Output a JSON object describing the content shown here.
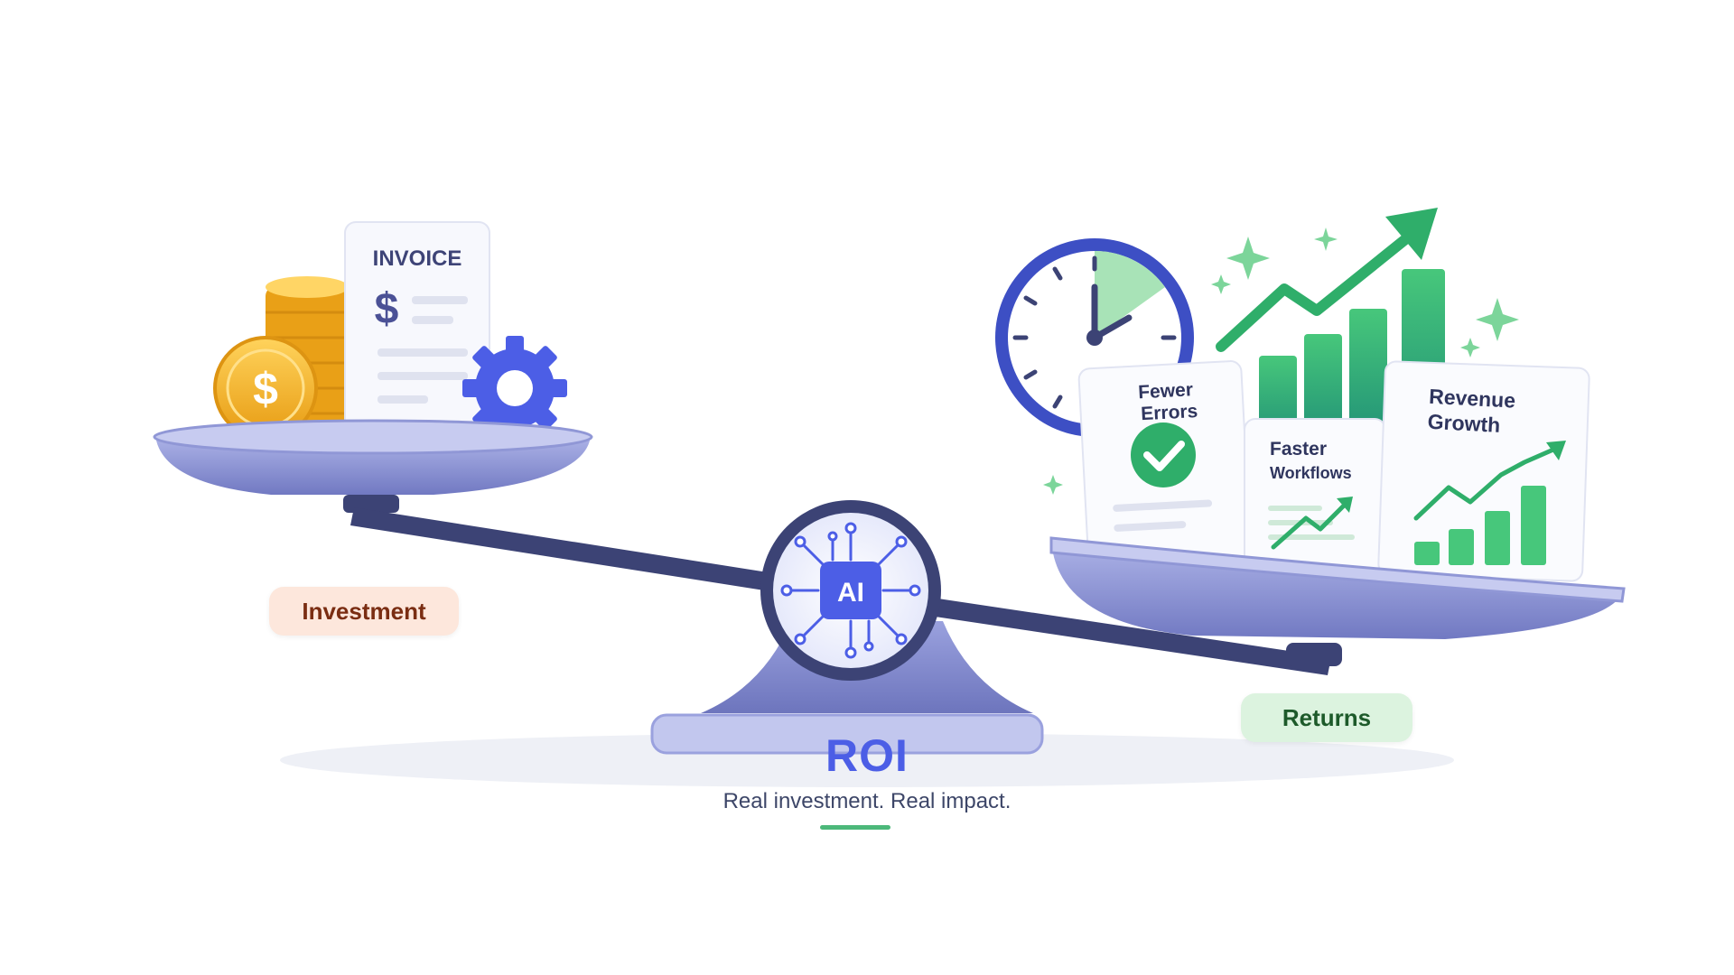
{
  "labels": {
    "investment": "Investment",
    "returns": "Returns",
    "roi": "ROI",
    "tagline": "Real investment. Real impact."
  },
  "invoice": {
    "title": "INVOICE",
    "currency_symbol": "$"
  },
  "coin_symbol": "$",
  "ai_chip_label": "AI",
  "cards": {
    "fewer_errors": [
      "Fewer",
      "Errors"
    ],
    "faster_workflows": [
      "Faster",
      "Workflows"
    ],
    "revenue_growth": [
      "Revenue",
      "Growth"
    ]
  },
  "colors": {
    "scale": "#8a92d4",
    "beam": "#3c4375",
    "accent_blue": "#4c5ee6",
    "green": "#2fae6a",
    "gold": "#f2b127"
  },
  "icons": [
    "coin-stack-icon",
    "invoice-icon",
    "gear-icon",
    "clock-icon",
    "check-icon",
    "trend-arrow-icon",
    "bar-chart-icon",
    "ai-chip-icon",
    "sparkle-icon"
  ]
}
